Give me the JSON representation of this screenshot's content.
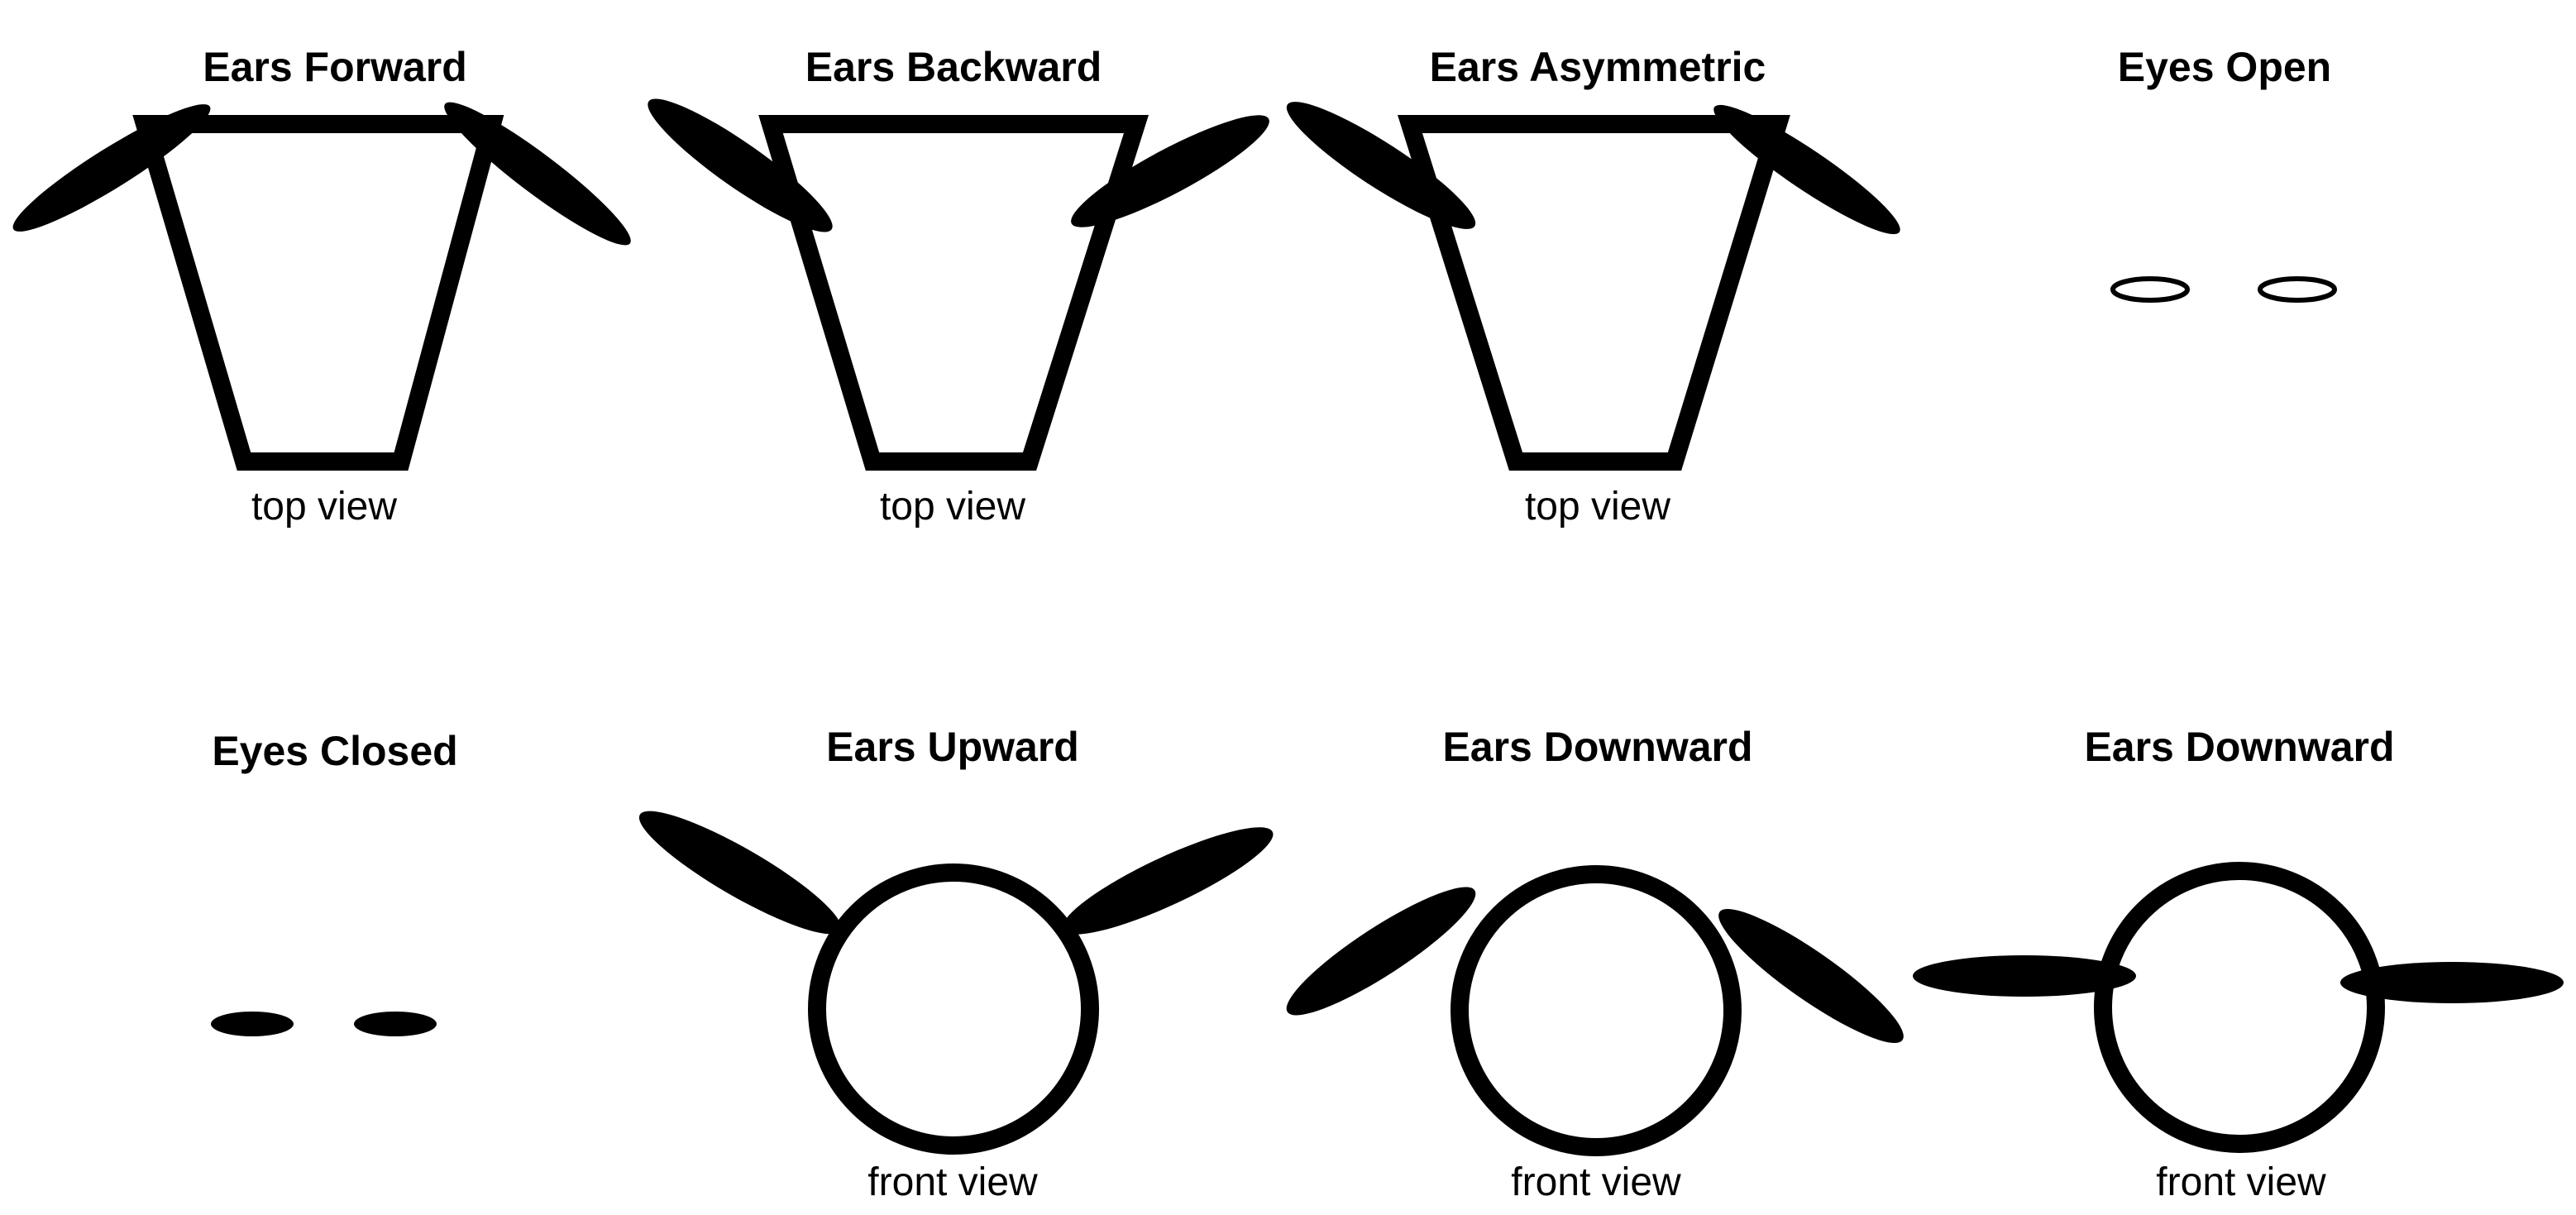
{
  "panels": [
    {
      "title": "Ears Forward",
      "caption": "top view"
    },
    {
      "title": "Ears Backward",
      "caption": "top view"
    },
    {
      "title": "Ears Asymmetric",
      "caption": "top view"
    },
    {
      "title": "Eyes Open",
      "caption": ""
    },
    {
      "title": "Eyes Closed",
      "caption": ""
    },
    {
      "title": "Ears Upward",
      "caption": "front view"
    },
    {
      "title": "Ears Downward",
      "caption": "front view"
    },
    {
      "title": "Ears Downward",
      "caption": "front view"
    }
  ]
}
